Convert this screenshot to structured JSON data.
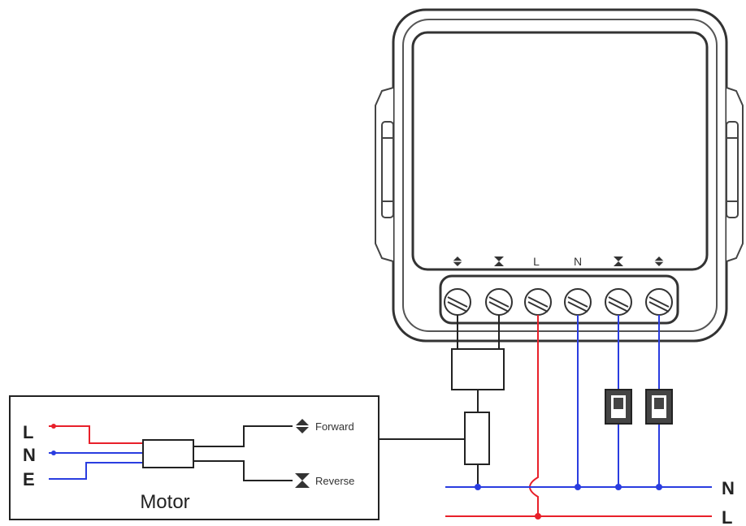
{
  "colors": {
    "line_live": "#e8202a",
    "line_neutral": "#2a3de0",
    "wire": "#222222",
    "outline": "#333333",
    "switch_fill": "#444444"
  },
  "module": {
    "terminal_labels": [
      "L",
      "N"
    ],
    "terminal_icons": [
      "forward-icon",
      "reverse-icon",
      "reverse-icon",
      "forward-icon"
    ]
  },
  "motor_box": {
    "title": "Motor",
    "inputs": [
      "L",
      "N",
      "E"
    ],
    "outputs": [
      "Forward",
      "Reverse"
    ]
  },
  "mains": {
    "neutral_label": "N",
    "live_label": "L"
  }
}
